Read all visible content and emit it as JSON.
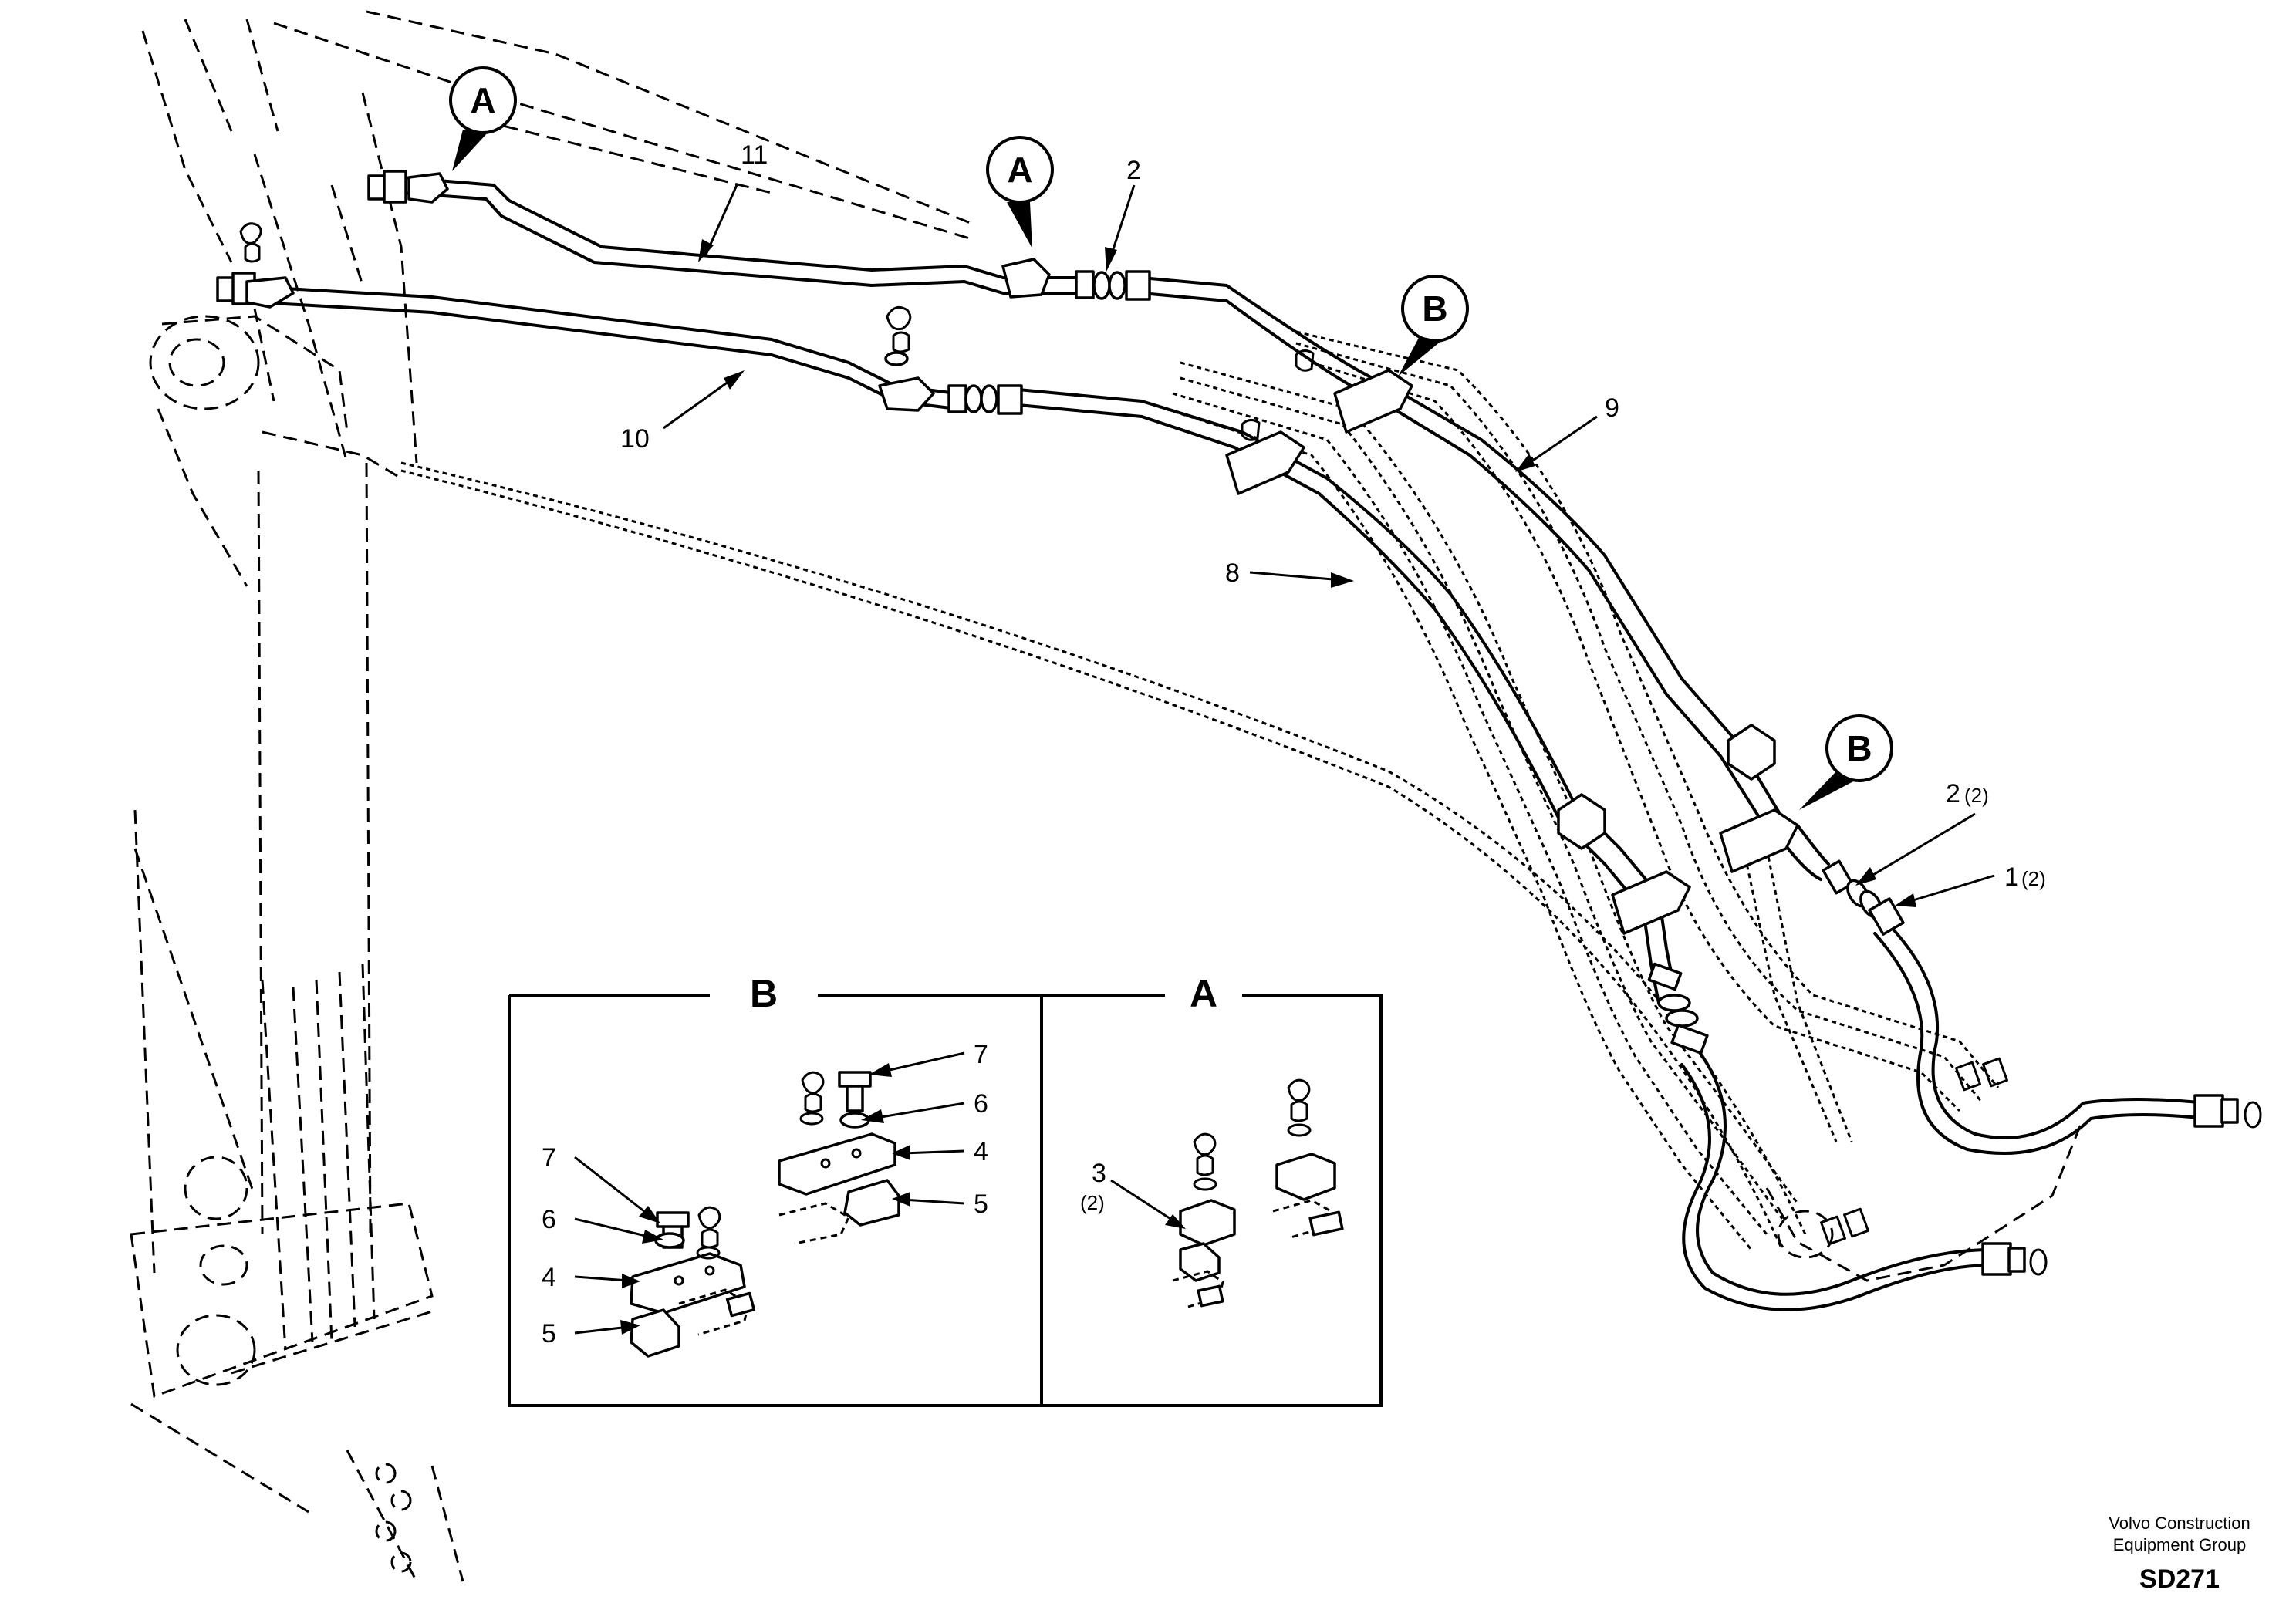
{
  "callouts": {
    "c1": "1",
    "c1_qty": "(2)",
    "c2": "2",
    "c2b": "2",
    "c2b_qty": "(2)",
    "c3": "3",
    "c3_qty": "(2)",
    "c4a": "4",
    "c4b": "4",
    "c5a": "5",
    "c5b": "5",
    "c6a": "6",
    "c6b": "6",
    "c7a": "7",
    "c7b": "7",
    "c8": "8",
    "c9": "9",
    "c10": "10",
    "c11": "11"
  },
  "references": {
    "a": "A",
    "b": "B"
  },
  "detail_boxes": {
    "b_title": "B",
    "a_title": "A"
  },
  "credit": {
    "line1": "Volvo Construction",
    "line2": "Equipment Group",
    "code": "SD271"
  }
}
